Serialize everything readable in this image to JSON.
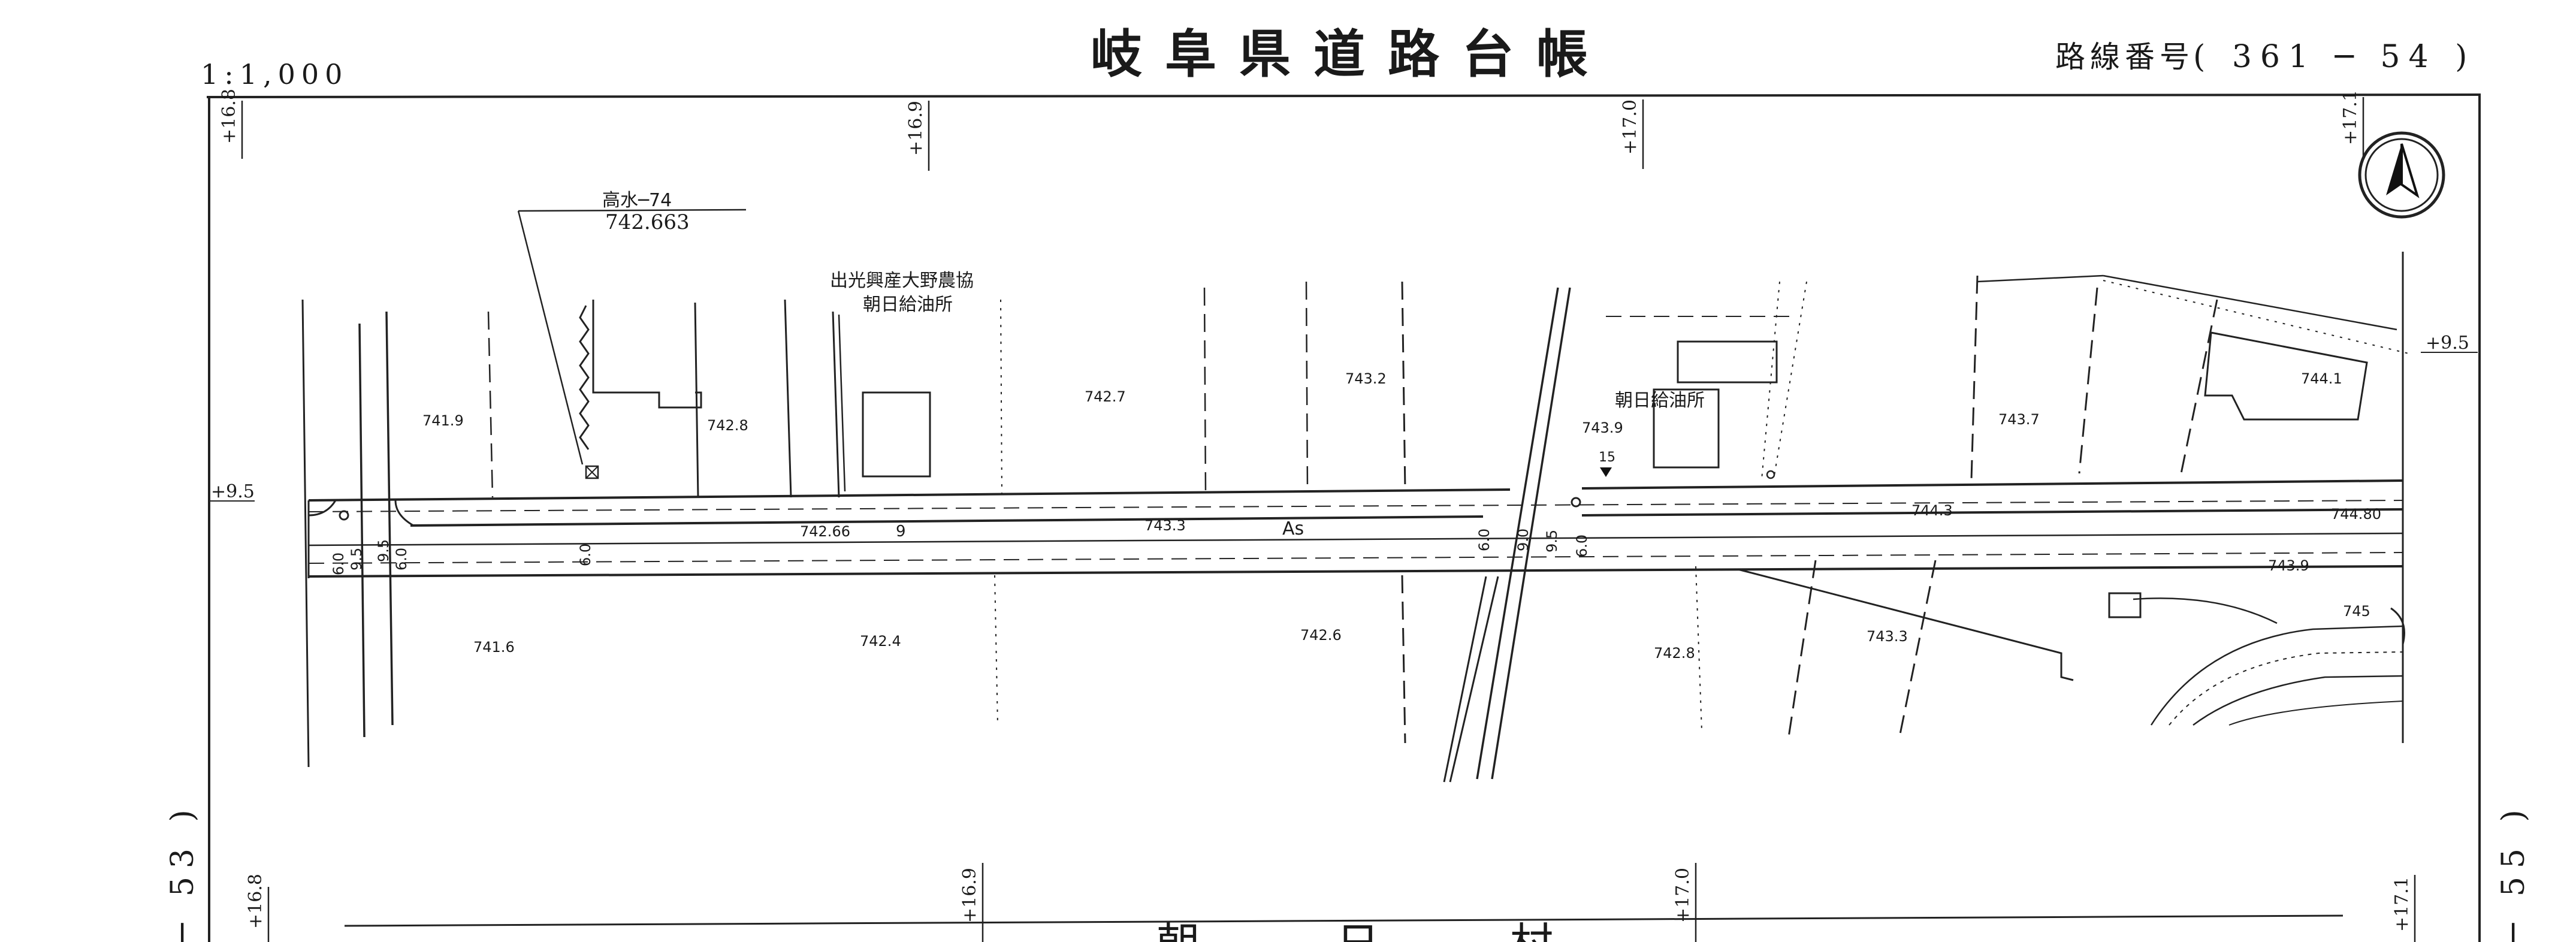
{
  "header": {
    "scale": "1:1,000",
    "title": "岐阜県道路台帳",
    "route_label": "路線番号",
    "route_number": "( 361 ─ 54 )"
  },
  "side_labels": {
    "left": "─ 53 )",
    "right": "─ 55 )"
  },
  "stations": {
    "top": [
      "+16.8",
      "+16.9",
      "+17.0",
      "+17.1"
    ],
    "bottom": [
      "+16.8",
      "+16.9",
      "+17.0",
      "+17.1"
    ]
  },
  "offsets": {
    "left": "+9.5",
    "right": "+9.5"
  },
  "benchmark": {
    "name": "高水─74",
    "elevation": "742.663"
  },
  "facilities": {
    "gas_station_1_line1": "出光興産大野農協",
    "gas_station_1_line2": "朝日給油所",
    "gas_station_2": "朝日給油所"
  },
  "road": {
    "surface": "As",
    "marker": "15",
    "width_9": "9"
  },
  "widths": [
    "6.0",
    "9.5",
    "9.5",
    "6.0",
    "6.0",
    "6.0",
    "9.0",
    "9.5",
    "6.0"
  ],
  "elevations": [
    "741.9",
    "742.8",
    "742.7",
    "743.2",
    "743.9",
    "743.7",
    "744.1",
    "742.66",
    "743.3",
    "744.3",
    "744.80",
    "743.9",
    "745",
    "741.6",
    "742.4",
    "742.6",
    "742.8",
    "743.3"
  ],
  "north_arrow": {
    "icon": "north-arrow-icon"
  },
  "bottom_text": [
    "朝",
    "日",
    "村"
  ],
  "colors": {
    "ink": "#1a1a1a",
    "paper": "#ffffff"
  }
}
